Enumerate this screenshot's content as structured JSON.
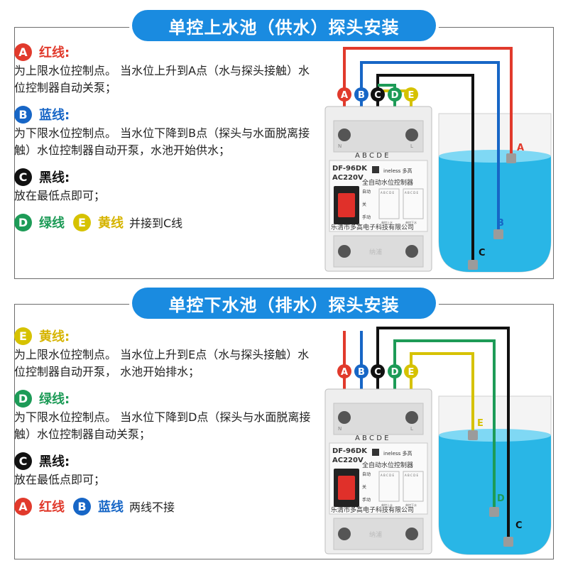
{
  "top": {
    "title": "单控上水池（供水）探头安装",
    "items": [
      {
        "letter": "A",
        "label": "红线:",
        "color": "red",
        "desc": "为上限水位控制点。 当水位上升到A点（水与探头接触）水位控制器自动关泵；"
      },
      {
        "letter": "B",
        "label": "蓝线:",
        "color": "blue",
        "desc": "为下限水位控制点。 当水位下降到B点（探头与水面脱离接触）水位控制器自动开泵，水池开始供水；"
      },
      {
        "letter": "C",
        "label": "黑线:",
        "color": "black",
        "desc": "放在最低点即可；"
      }
    ],
    "footer": {
      "d_letter": "D",
      "d_label": "绿线",
      "e_letter": "E",
      "e_label": "黄线",
      "tail": "并接到C线"
    },
    "probe_labels": [
      "A",
      "B",
      "C"
    ]
  },
  "bottom": {
    "title": "单控下水池（排水）探头安装",
    "items": [
      {
        "letter": "E",
        "label": "黄线:",
        "color": "yellow",
        "desc": "为上限水位控制点。 当水位上升到E点（水与探头接触）水位控制器自动开泵， 水池开始排水；"
      },
      {
        "letter": "D",
        "label": "绿线:",
        "color": "green",
        "desc": "为下限水位控制点。 当水位下降到D点（探头与水面脱离接触）水位控制器自动关泵；"
      },
      {
        "letter": "C",
        "label": "黑线:",
        "color": "black",
        "desc": "放在最低点即可；"
      }
    ],
    "footer": {
      "a_letter": "A",
      "a_label": "红线",
      "b_letter": "B",
      "b_label": "蓝线",
      "tail": "两线不接"
    },
    "probe_labels": [
      "E",
      "D",
      "C"
    ]
  },
  "device": {
    "terminals": "A B C D E",
    "model": "DF-96DK",
    "voltage": "AC220V",
    "brand": "ineless 多高",
    "name": "全自动水位控制器",
    "mode_auto": "自动",
    "mode_off": "关",
    "mode_manual": "手动",
    "mini_left_top": "A B C D E",
    "mini_right_top": "A B C D E",
    "mini_left_bottom": "单控上水",
    "mini_right_bottom": "单控下水",
    "company": "乐清市多高电子科技有限公司",
    "watermark": "纳浦",
    "n_mark": "N",
    "l_mark": "L"
  },
  "wire_letters": [
    "A",
    "B",
    "C",
    "D",
    "E"
  ],
  "colors": {
    "red": "#e13a2c",
    "blue": "#1766c6",
    "black": "#111111",
    "green": "#1d9b57",
    "yellow": "#d6c200",
    "water": "#29b6e6",
    "accent": "#1a8be0"
  }
}
